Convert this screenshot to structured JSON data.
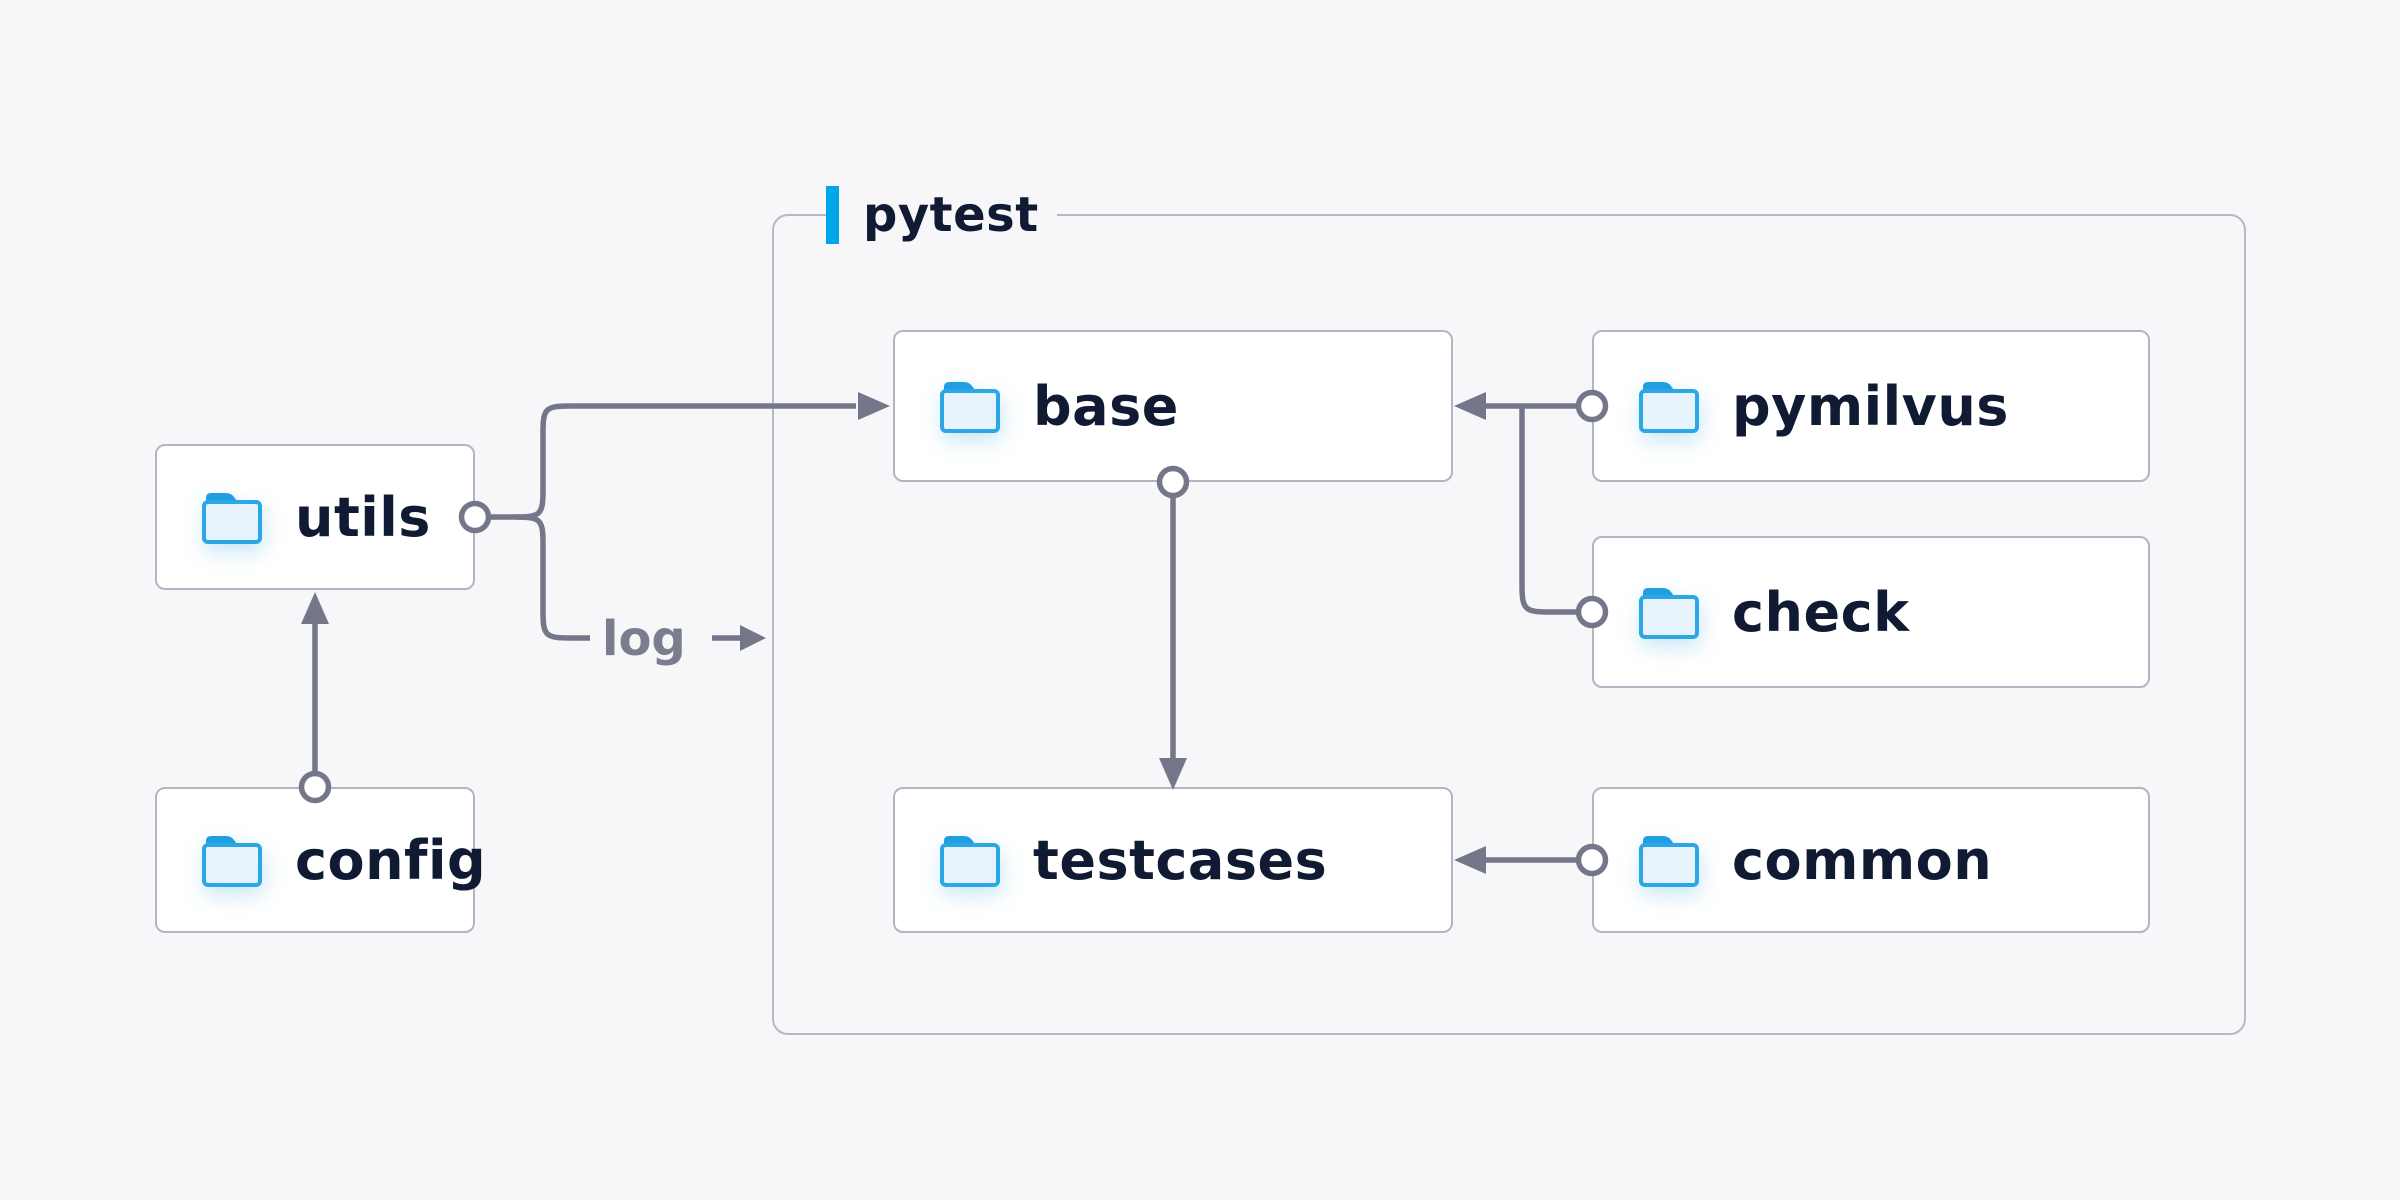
{
  "diagram": {
    "group": {
      "label": "pytest"
    },
    "nodes": {
      "utils": {
        "label": "utils"
      },
      "config": {
        "label": "config"
      },
      "base": {
        "label": "base"
      },
      "pymilvus": {
        "label": "pymilvus"
      },
      "check": {
        "label": "check"
      },
      "testcases": {
        "label": "testcases"
      },
      "common": {
        "label": "common"
      }
    },
    "edge_labels": {
      "log": "log"
    },
    "edges": [
      {
        "from": "config",
        "to": "utils"
      },
      {
        "from": "utils",
        "to": "base"
      },
      {
        "from": "utils",
        "to": "log-out",
        "label": "log"
      },
      {
        "from": "pymilvus",
        "to": "base"
      },
      {
        "from": "check",
        "to": "base"
      },
      {
        "from": "base",
        "to": "testcases"
      },
      {
        "from": "common",
        "to": "testcases"
      }
    ],
    "icons": {
      "node_icon": "folder-icon"
    },
    "colors": {
      "background": "#f7f7f9",
      "node_background": "#ffffff",
      "node_border": "#b3b6c2",
      "group_border": "#b6b9c4",
      "accent_blue": "#00a7e8",
      "folder_stroke": "#2aa7e4",
      "folder_tab": "#1f9fe2",
      "folder_fill": "#e7f3fc",
      "line_gray": "#74778a",
      "edge_label_gray": "#7a7d8e",
      "text_dark": "#101b33"
    }
  }
}
